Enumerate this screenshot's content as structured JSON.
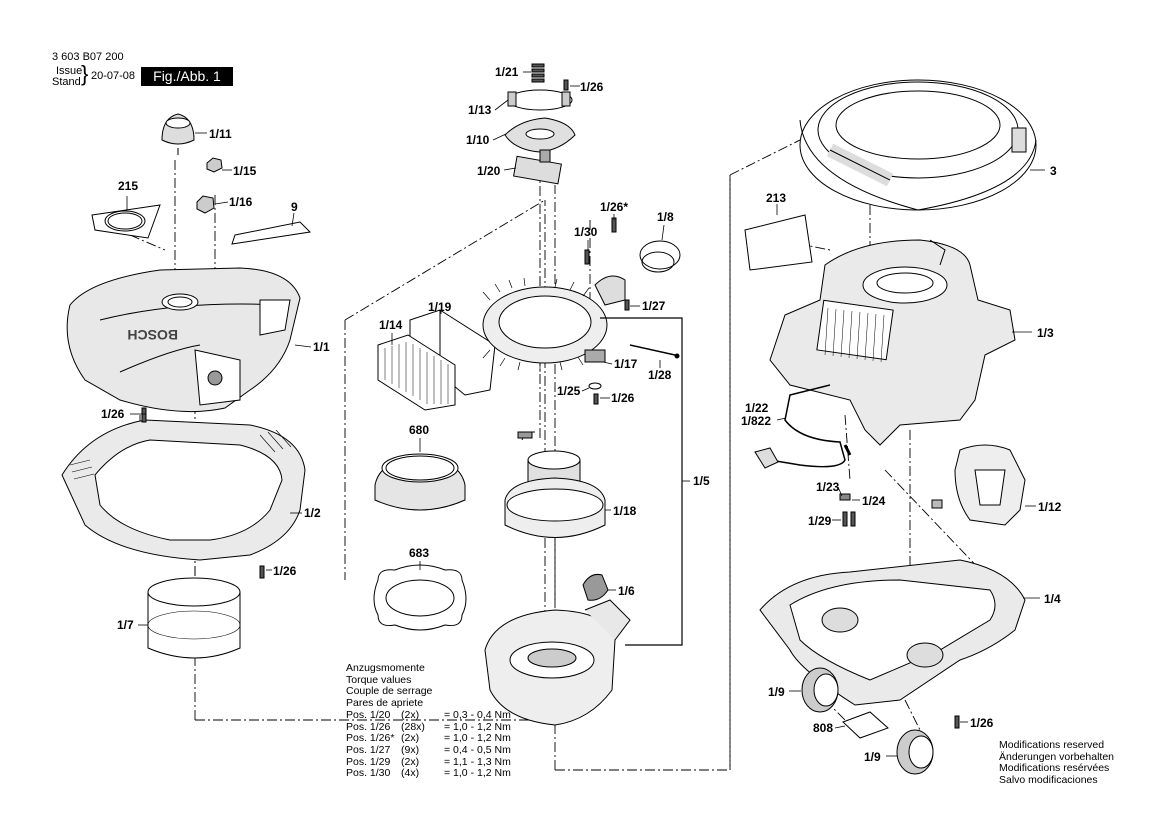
{
  "header": {
    "part_number": "3 603 B07 200",
    "issue_label": "Issue",
    "stand_label": "Stand",
    "date": "20-07-08",
    "figure": "Fig./Abb. 1"
  },
  "brand_on_part": "BOSCH",
  "labels": {
    "l1_21": "1/21",
    "l1_26_a": "1/26",
    "l1_13": "1/13",
    "l1_10": "1/10",
    "l1_20": "1/20",
    "l1_11": "1/11",
    "l1_15": "1/15",
    "l1_16": "1/16",
    "l215": "215",
    "l9": "9",
    "l1_1": "1/1",
    "l1_26_b": "1/26",
    "l1_2": "1/2",
    "l1_26_c": "1/26",
    "l1_7": "1/7",
    "l1_26star": "1/26*",
    "l1_30": "1/30",
    "l1_8": "1/8",
    "l1_27": "1/27",
    "l1_19": "1/19",
    "l1_14": "1/14",
    "l1_17": "1/17",
    "l1_28": "1/28",
    "l1_25": "1/25",
    "l1_26_d": "1/26",
    "l680": "680",
    "l1_5": "1/5",
    "l1_18": "1/18",
    "l683": "683",
    "l1_6": "1/6",
    "l3": "3",
    "l213": "213",
    "l1_3": "1/3",
    "l1_22": "1/22",
    "l1_822": "1/822",
    "l1_23": "1/23",
    "l1_24": "1/24",
    "l1_29": "1/29",
    "l1_12": "1/12",
    "l1_4": "1/4",
    "l1_9_a": "1/9",
    "l808": "808",
    "l1_26_e": "1/26",
    "l1_9_b": "1/9"
  },
  "torque": {
    "headings": [
      "Anzugsmomente",
      "Torque values",
      "Couple de serrage",
      "Pares de apriete"
    ],
    "rows": [
      {
        "pos": "Pos. 1/20",
        "qty": "(2x)",
        "value": "= 0,3 - 0,4 Nm"
      },
      {
        "pos": "Pos. 1/26",
        "qty": "(28x)",
        "value": "= 1,0 - 1,2 Nm"
      },
      {
        "pos": "Pos. 1/26*",
        "qty": "(2x)",
        "value": "= 1,0 - 1,2 Nm"
      },
      {
        "pos": "Pos. 1/27",
        "qty": "(9x)",
        "value": "= 0,4 - 0,5 Nm"
      },
      {
        "pos": "Pos. 1/29",
        "qty": "(2x)",
        "value": "= 1,1 - 1,3 Nm"
      },
      {
        "pos": "Pos. 1/30",
        "qty": "(4x)",
        "value": "= 1,0 - 1,2 Nm"
      }
    ]
  },
  "modifications": [
    "Modifications reserved",
    "Änderungen vorbehalten",
    "Modifications resérvées",
    "Salvo modificaciones"
  ]
}
